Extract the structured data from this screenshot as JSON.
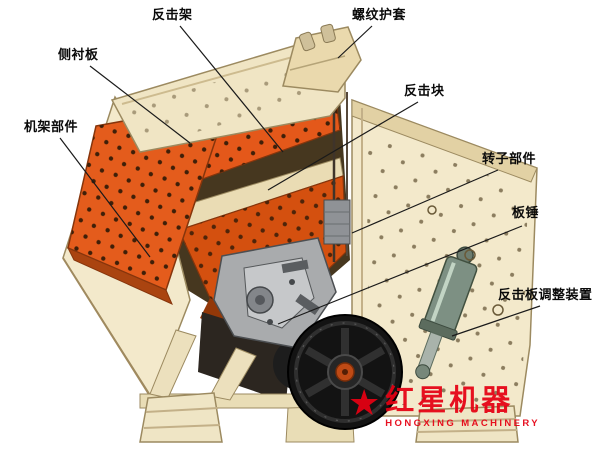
{
  "diagram": {
    "labels": [
      {
        "id": "impact-frame",
        "text": "反击架"
      },
      {
        "id": "threaded-sleeve",
        "text": "螺纹护套"
      },
      {
        "id": "side-liner",
        "text": "侧衬板"
      },
      {
        "id": "impact-block",
        "text": "反击块"
      },
      {
        "id": "frame-parts",
        "text": "机架部件"
      },
      {
        "id": "rotor-parts",
        "text": "转子部件"
      },
      {
        "id": "blow-bar",
        "text": "板锤"
      },
      {
        "id": "impact-plate-adjuster",
        "text": "反击板调整装置"
      }
    ]
  },
  "watermark": {
    "logo": "star-icon",
    "brand": "红星机器",
    "subtitle": "HONGXING MACHINERY",
    "color": "#e60012"
  },
  "colors": {
    "machine_body": "#f3e9cb",
    "liner_orange": "#e4581a",
    "interior_shadow": "#46371f",
    "rotor_gray": "#a9abad",
    "flywheel_black": "#131313",
    "hub_orange": "#bf4a15",
    "label_text": "#0a0a0a",
    "leader_line": "#1a1a1a"
  }
}
